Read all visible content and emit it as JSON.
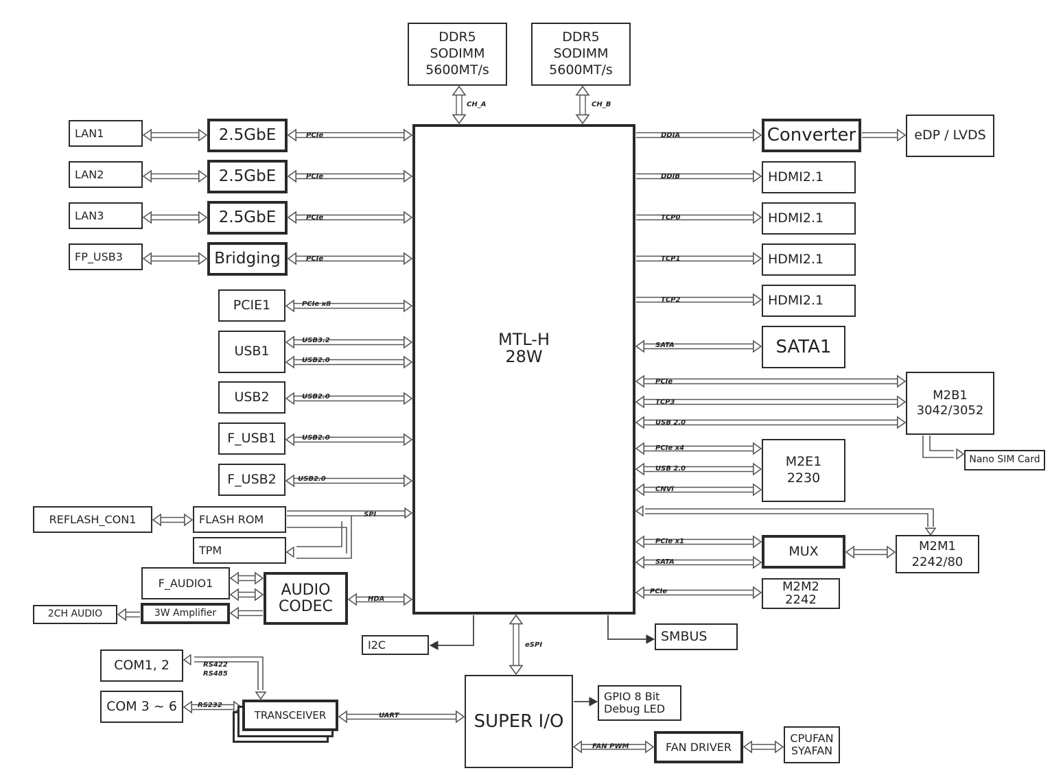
{
  "cpu": {
    "name": "MTL-H",
    "tdp": "28W"
  },
  "memory": [
    {
      "text": "DDR5\nSODIMM\n5600MT/s",
      "channel": "CH_A"
    },
    {
      "text": "DDR5\nSODIMM\n5600MT/s",
      "channel": "CH_B"
    }
  ],
  "lan": {
    "ports": [
      "LAN1",
      "LAN2",
      "LAN3",
      "FP_USB3"
    ],
    "controllers": [
      "2.5GbE",
      "2.5GbE",
      "2.5GbE",
      "Bridging"
    ],
    "bus": "PCIe"
  },
  "expansion": {
    "pcie1": "PCIE1",
    "pcie1_bus": "PCIe x8"
  },
  "usb": {
    "usb1": "USB1",
    "usb1_bus_a": "USB3.2",
    "usb1_bus_b": "USB2.0",
    "usb2": "USB2",
    "usb2_bus": "USB2.0",
    "f_usb1": "F_USB1",
    "f_usb1_bus": "USB2.0",
    "f_usb2": "F_USB2",
    "f_usb2_bus": "USB2.0"
  },
  "storage_fw": {
    "reflash": "REFLASH_CON1",
    "flash": "FLASH ROM",
    "tpm": "TPM",
    "bus": "SPI"
  },
  "audio": {
    "f_audio": "F_AUDIO1",
    "codec": "AUDIO\nCODEC",
    "amplifier": "3W Amplifier",
    "out": "2CH AUDIO",
    "bus": "HDA"
  },
  "i2c": "I2C",
  "espi": "eSPI",
  "smbus": "SMBUS",
  "display": {
    "converter": "Converter",
    "edp": "eDP / LVDS",
    "hdmi": [
      "HDMI2.1",
      "HDMI2.1",
      "HDMI2.1",
      "HDMI2.1"
    ],
    "buses": [
      "DDIA",
      "DDIB",
      "TCP0",
      "TCP1",
      "TCP2"
    ]
  },
  "sata": {
    "name": "SATA1",
    "bus": "SATA"
  },
  "m2b1": {
    "name": "M2B1\n3042/3052",
    "buses": [
      "PCIe",
      "TCP3",
      "USB 2.0"
    ],
    "sim": "Nano SIM Card"
  },
  "m2e1": {
    "name": "M2E1\n2230",
    "buses": [
      "PCIe x4",
      "USB 2.0",
      "CNVi"
    ]
  },
  "mux": {
    "name": "MUX",
    "buses": [
      "PCIe x1",
      "SATA"
    ]
  },
  "m2m1": {
    "name": "M2M1\n2242/80"
  },
  "m2m2": {
    "name": "M2M2\n2242",
    "bus": "PCIe"
  },
  "superio": {
    "name": "SUPER I/O",
    "gpio": "GPIO 8 Bit\nDebug LED",
    "fan_driver": "FAN DRIVER",
    "fans": "CPUFAN\nSYAFAN",
    "fan_bus": "FAN PWM"
  },
  "serial": {
    "com12": "COM1, 2",
    "com36": "COM 3 ~ 6",
    "transceiver": "TRANSCEIVER",
    "rs422": "RS422",
    "rs485": "RS485",
    "rs232": "RS232",
    "uart": "UART"
  }
}
